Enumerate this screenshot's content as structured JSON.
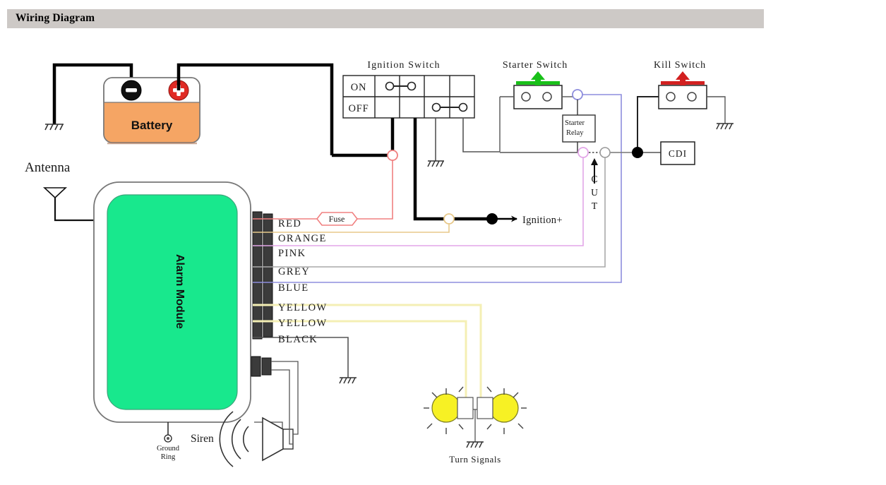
{
  "header": {
    "title": "Wiring Diagram",
    "bar_color": "#cdc9c6"
  },
  "components": {
    "battery": {
      "label": "Battery",
      "body_color": "#f5a564",
      "negative_terminal": "minus-terminal",
      "positive_terminal": "plus-terminal",
      "negative_symbol": "–",
      "positive_symbol": "+"
    },
    "alarm_module": {
      "label": "Alarm Module",
      "body_color": "#18e88d"
    },
    "antenna": {
      "label": "Antenna"
    },
    "ground_ring": {
      "line1": "Ground",
      "line2": "Ring"
    },
    "siren": {
      "label": "Siren"
    },
    "turn_signals": {
      "label": "Turn Signals",
      "bulb_color": "#f7f124"
    },
    "fuse": {
      "label": "Fuse"
    },
    "cdi": {
      "label": "CDI"
    },
    "starter_relay": {
      "line1": "Starter",
      "line2": "Relay"
    },
    "ignition_node": {
      "label": "Ignition+"
    },
    "cut_marker": {
      "letters": [
        "C",
        "U",
        "T"
      ]
    }
  },
  "switches": {
    "ignition": {
      "title": "Ignition Switch",
      "rows": [
        "ON",
        "OFF"
      ],
      "columns": 5,
      "on_bridge": {
        "from_col": 1,
        "to_col": 2
      },
      "off_bridge": {
        "from_col": 3,
        "to_col": 4
      }
    },
    "starter": {
      "title": "Starter Switch",
      "button_color": "#19c019",
      "arrow": "up-arrow"
    },
    "kill": {
      "title": "Kill Switch",
      "button_color": "#d22020",
      "arrow": "up-arrow"
    }
  },
  "wires": [
    {
      "name": "RED",
      "label": "RED",
      "color": "#f08080"
    },
    {
      "name": "ORANGE",
      "label": "ORANGE",
      "color": "#e8c98a"
    },
    {
      "name": "PINK",
      "label": "PINK",
      "color": "#e3a6e8"
    },
    {
      "name": "GREY",
      "label": "GREY",
      "color": "#a9a9a9"
    },
    {
      "name": "BLUE",
      "label": "BLUE",
      "color": "#8d8ddd"
    },
    {
      "name": "YELLOW1",
      "label": "YELLOW",
      "color": "#f4efb4"
    },
    {
      "name": "YELLOW2",
      "label": "YELLOW",
      "color": "#f4efb4"
    },
    {
      "name": "BLACK",
      "label": "BLACK",
      "color": "#555555"
    }
  ],
  "colors": {
    "black_wire": "#000000",
    "thin_line": "#555555",
    "ground_symbol": "#333333",
    "node_fill": "#ffffff"
  }
}
